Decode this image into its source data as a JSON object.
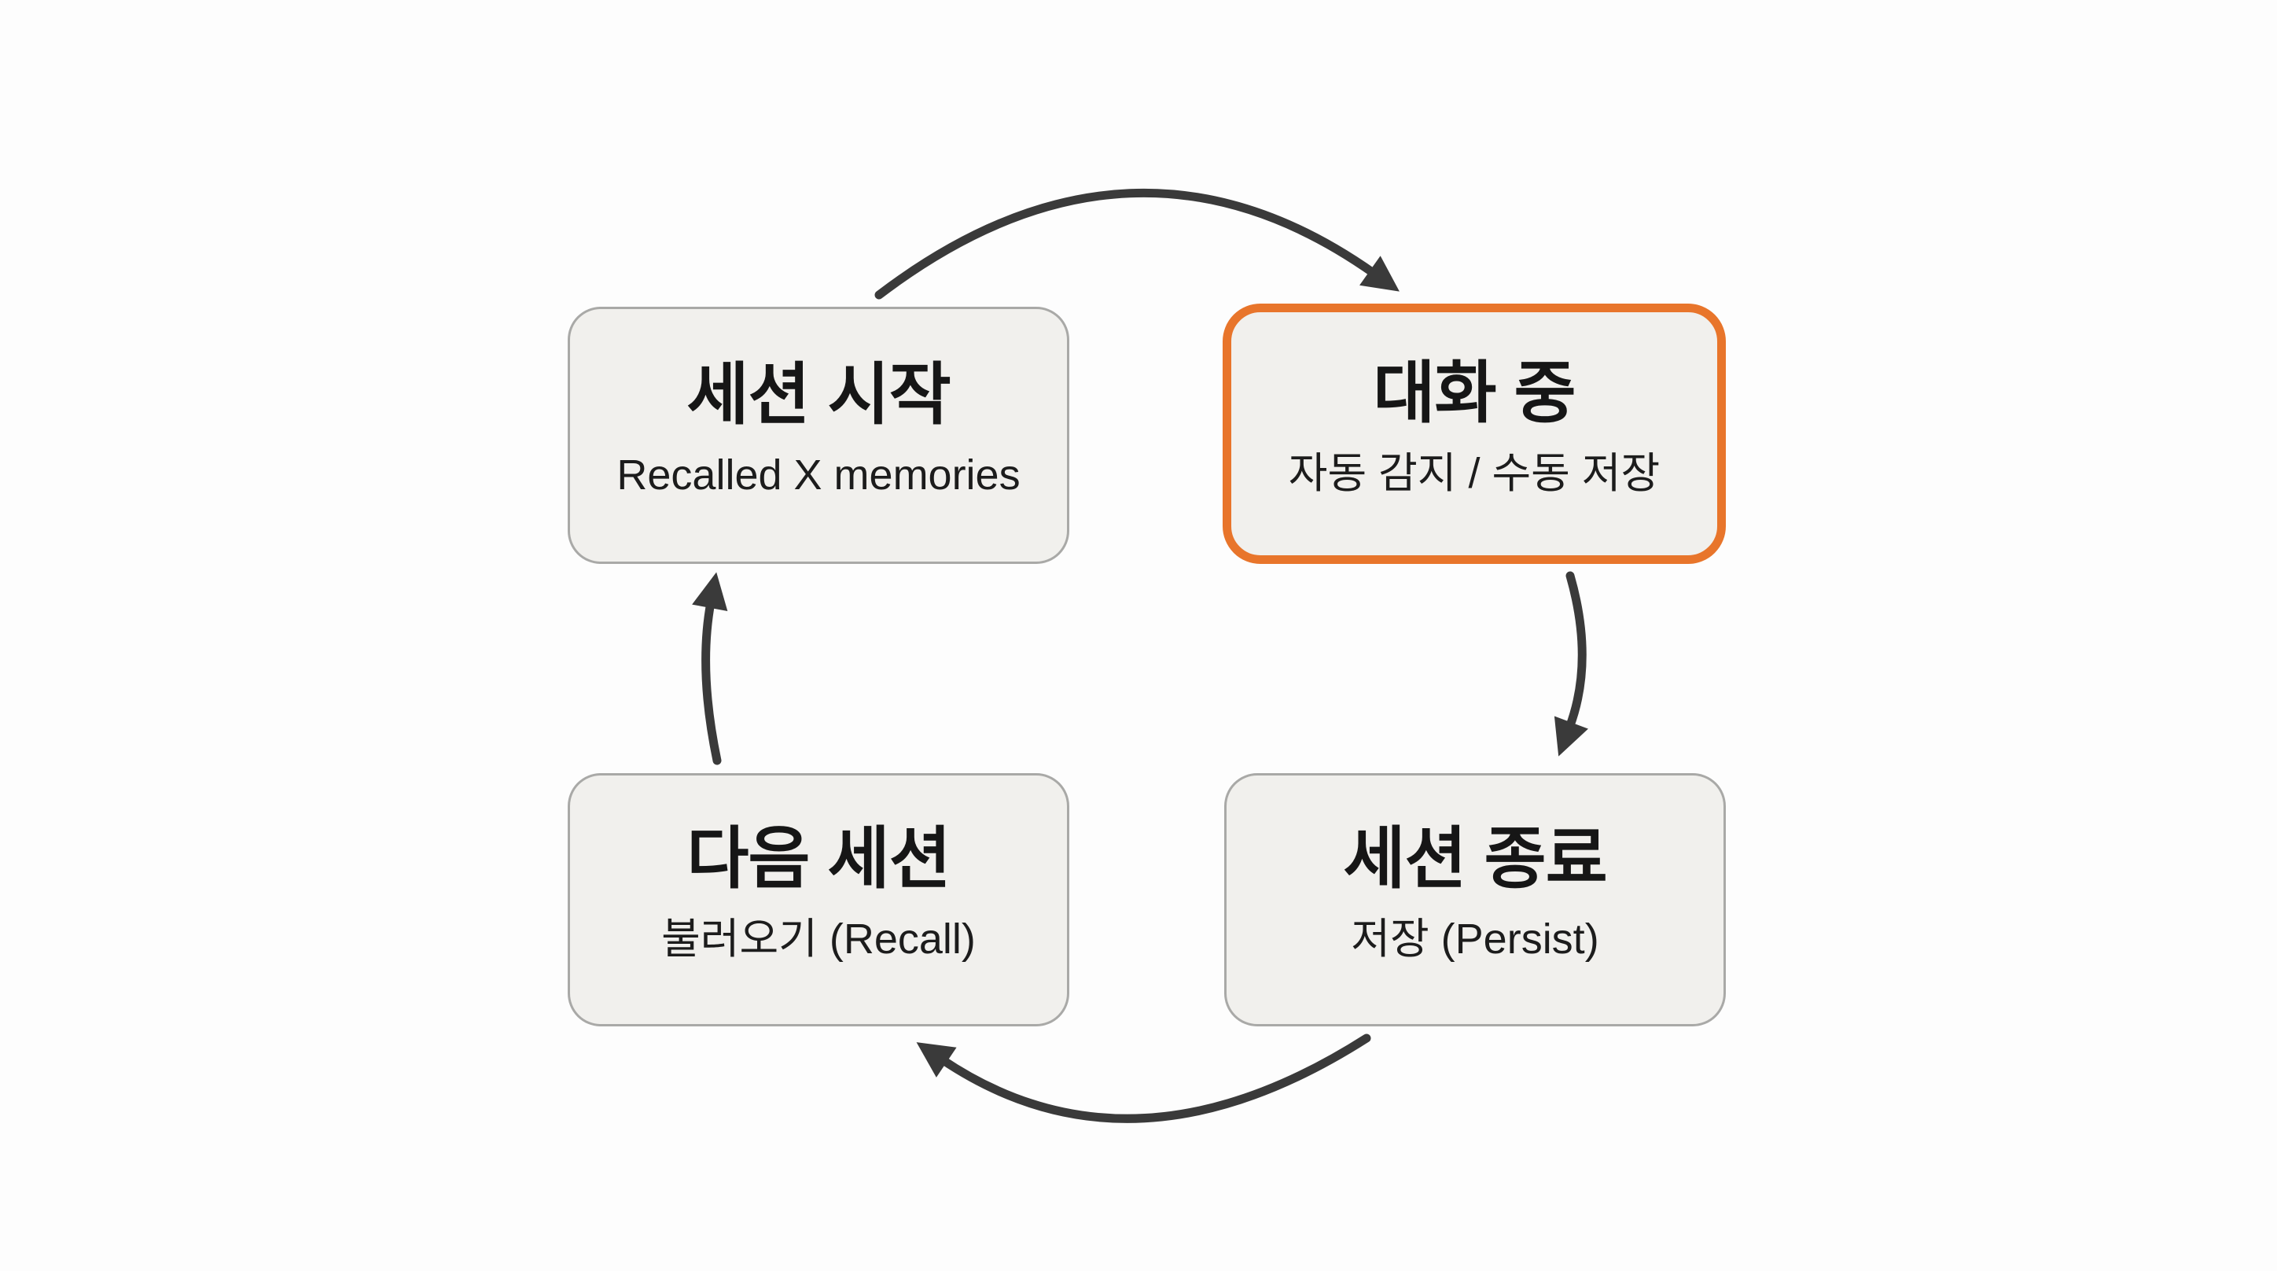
{
  "colors": {
    "accent-orange": "#E8752B",
    "box-fill": "#F1F0ED",
    "box-border": "#A9A9A7",
    "arrow": "#3A3A3A",
    "text": "#161616",
    "background": "#FDFDFD"
  },
  "diagram": {
    "type": "cycle-flowchart",
    "nodes": [
      {
        "id": "session-start",
        "title": "세션 시작",
        "subtitle": "Recalled X memories",
        "highlighted": false,
        "position": "top-left"
      },
      {
        "id": "in-conversation",
        "title": "대화 중",
        "subtitle": "자동 감지 / 수동 저장",
        "highlighted": true,
        "position": "top-right"
      },
      {
        "id": "session-end",
        "title": "세션 종료",
        "subtitle": "저장 (Persist)",
        "highlighted": false,
        "position": "bottom-right"
      },
      {
        "id": "next-session",
        "title": "다음 세션",
        "subtitle": "불러오기 (Recall)",
        "highlighted": false,
        "position": "bottom-left"
      }
    ],
    "edges": [
      {
        "from": "session-start",
        "to": "in-conversation",
        "shape": "arc-over-top"
      },
      {
        "from": "in-conversation",
        "to": "session-end",
        "shape": "down-right-side"
      },
      {
        "from": "session-end",
        "to": "next-session",
        "shape": "arc-under-bottom"
      },
      {
        "from": "next-session",
        "to": "session-start",
        "shape": "up-left-side"
      }
    ]
  }
}
